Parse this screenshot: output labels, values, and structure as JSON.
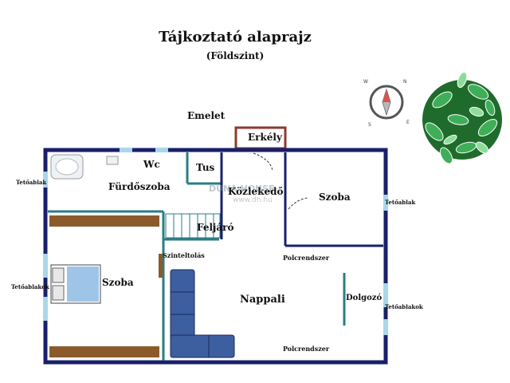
{
  "title": "Tájkoztató alaprajz",
  "subtitle": "(Földszint)",
  "labels": {
    "emelet": "Emelet",
    "erkely": "Erkély",
    "wc": "Wc",
    "tus": "Tus",
    "furdoszoba": "Fürdőszoba",
    "kozlekedo": "Közlekedő",
    "szoba_right": "Szoba",
    "feljaro": "Feljáró",
    "szinteltolas": "Szinteltolás",
    "szoba_left": "Szoba",
    "nappali": "Nappali",
    "dolgozo": "Dolgozó",
    "polcrendszer_top": "Polcrendszer",
    "polcrendszer_bottom": "Polcrendszer",
    "tetoablak_left": "Tetőablak",
    "tetoablakok_left": "Tetőablakok",
    "tetoablak_right": "Tetőablak",
    "tetoablakok_right": "Tetőablakok"
  },
  "watermark": {
    "brand": "DUNA HOUSE",
    "url": "www.dh.hu"
  },
  "compass": {
    "n": "N",
    "s": "S",
    "w": "W",
    "e": "E"
  },
  "colors": {
    "wall": "#1a1f6b",
    "accent": "#2a7d84",
    "balcony": "#8b3a2f",
    "furniture": "#8b5a2b",
    "sofa": "#3d5fa0",
    "plant": "#2e8b3d"
  }
}
